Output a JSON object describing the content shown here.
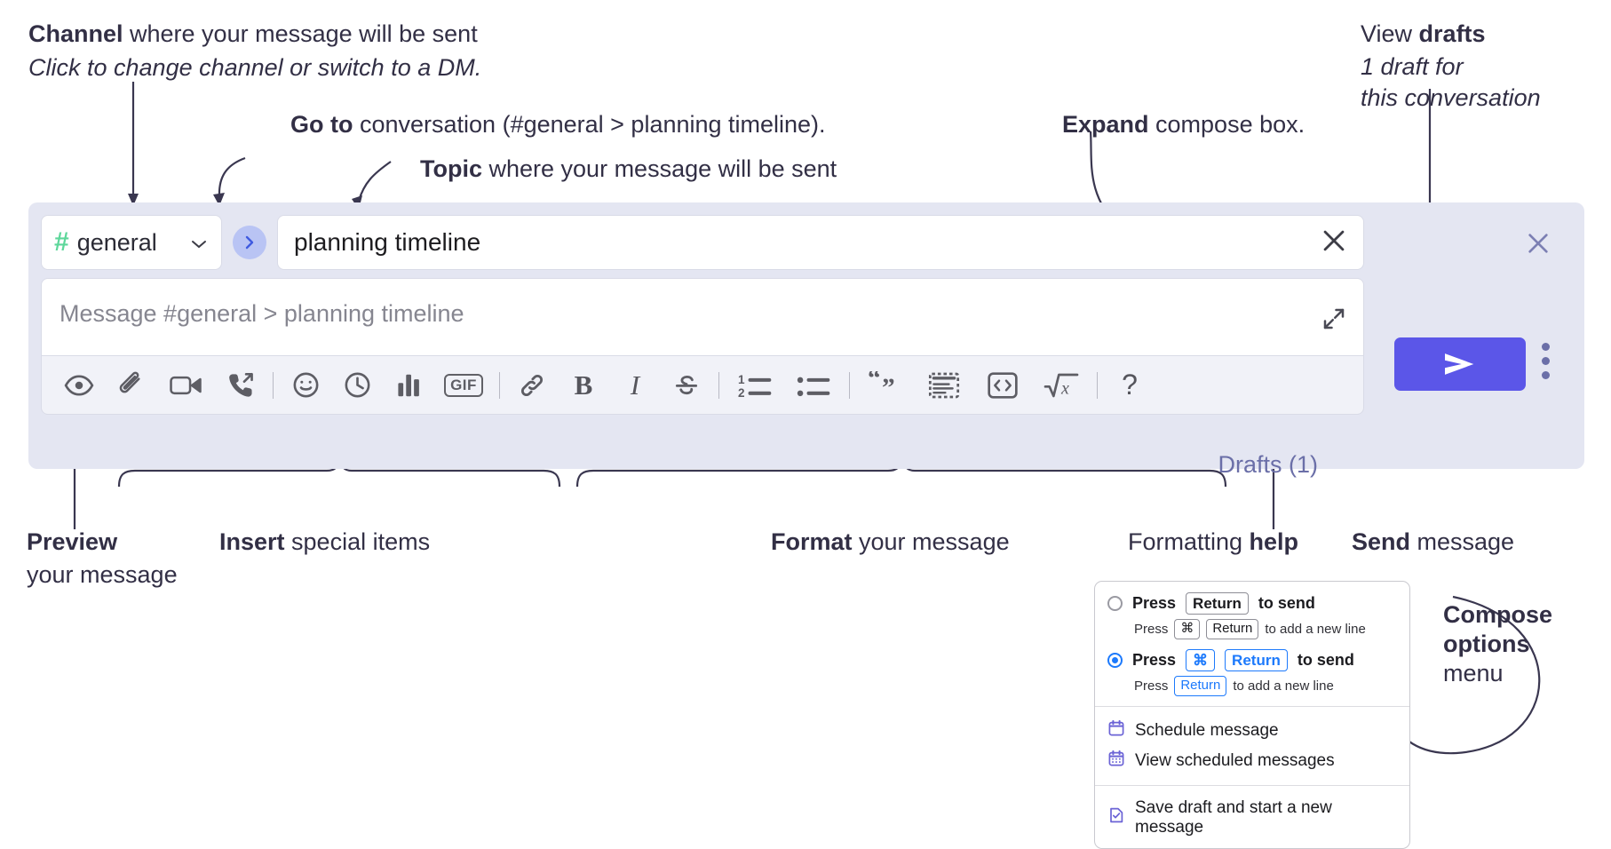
{
  "annotations": {
    "channel": {
      "bold": "Channel",
      "rest": " where your message will be sent",
      "italic": "Click to change channel or switch to a DM."
    },
    "goto": {
      "bold": "Go to",
      "rest": " conversation (#general > planning timeline)."
    },
    "topic": {
      "bold": "Topic",
      "rest": " where your message will be sent"
    },
    "expand": {
      "bold": "Expand",
      "rest": " compose box."
    },
    "drafts": {
      "plain": "View ",
      "bold": "drafts",
      "italic1": "1 draft for",
      "italic2": "this conversation"
    },
    "preview": {
      "bold": "Preview",
      "rest": "your message"
    },
    "insert": {
      "bold": "Insert",
      "rest": " special items"
    },
    "format": {
      "bold": "Format",
      "rest": " your message"
    },
    "help": {
      "plain": "Formatting ",
      "bold": "help"
    },
    "send": {
      "bold": "Send",
      "rest": " message"
    },
    "compose_options": {
      "bold1": "Compose",
      "bold2": "options",
      "rest": "menu"
    }
  },
  "compose": {
    "channel_name": "general",
    "hash_icon": "hash-icon",
    "chevron_icon": "chevron-down-icon",
    "goto_icon": "chevron-right-icon",
    "topic_value": "planning timeline",
    "topic_clear_icon": "close-icon",
    "message_placeholder": "Message #general > planning timeline",
    "expand_icon": "expand-icon",
    "drafts_label": "Drafts (1)",
    "close_icon": "close-icon",
    "send_icon": "send-icon",
    "kebab_icon": "more-vertical-icon",
    "toolbar": [
      {
        "name": "preview-icon",
        "label": "Preview"
      },
      {
        "name": "attachment-icon",
        "label": "Attach file"
      },
      {
        "name": "video-icon",
        "label": "Record video clip"
      },
      {
        "name": "huddle-icon",
        "label": "Start huddle"
      },
      {
        "name": "emoji-icon",
        "label": "Emoji"
      },
      {
        "name": "clock-icon",
        "label": "Reminder"
      },
      {
        "name": "poll-icon",
        "label": "Poll"
      },
      {
        "name": "gif-icon",
        "label": "GIF"
      },
      {
        "name": "link-icon",
        "label": "Link"
      },
      {
        "name": "bold-icon",
        "label": "B"
      },
      {
        "name": "italic-icon",
        "label": "I"
      },
      {
        "name": "strikethrough-icon",
        "label": "Strikethrough"
      },
      {
        "name": "ordered-list-icon",
        "label": "Ordered list"
      },
      {
        "name": "bulleted-list-icon",
        "label": "Bulleted list"
      },
      {
        "name": "blockquote-icon",
        "label": "Blockquote"
      },
      {
        "name": "code-block-icon",
        "label": "Code block"
      },
      {
        "name": "inline-code-icon",
        "label": "Code"
      },
      {
        "name": "math-icon",
        "label": "Math"
      },
      {
        "name": "help-icon",
        "label": "?"
      }
    ]
  },
  "menu": {
    "option_1": {
      "press": "Press",
      "key": "Return",
      "tail": "to send",
      "sub_press": "Press",
      "sub_key1": "⌘",
      "sub_key2": "Return",
      "sub_tail": "to add a new line",
      "selected": false
    },
    "option_2": {
      "press": "Press",
      "key1": "⌘",
      "key2": "Return",
      "tail": "to send",
      "sub_press": "Press",
      "sub_key": "Return",
      "sub_tail": "to add a new line",
      "selected": true
    },
    "items": [
      {
        "icon": "calendar-icon",
        "label": "Schedule message"
      },
      {
        "icon": "calendar-days-icon",
        "label": "View scheduled messages"
      },
      {
        "icon": "save-draft-icon",
        "label": "Save draft and start a new message"
      }
    ]
  },
  "colors": {
    "accent_purple": "#5b56e8",
    "panel_bg": "#e4e6f2",
    "hash_green": "#5ed79b",
    "goto_blue": "#b9c4f4",
    "link_blue": "#1d7afc",
    "text_dark": "#322f45"
  }
}
